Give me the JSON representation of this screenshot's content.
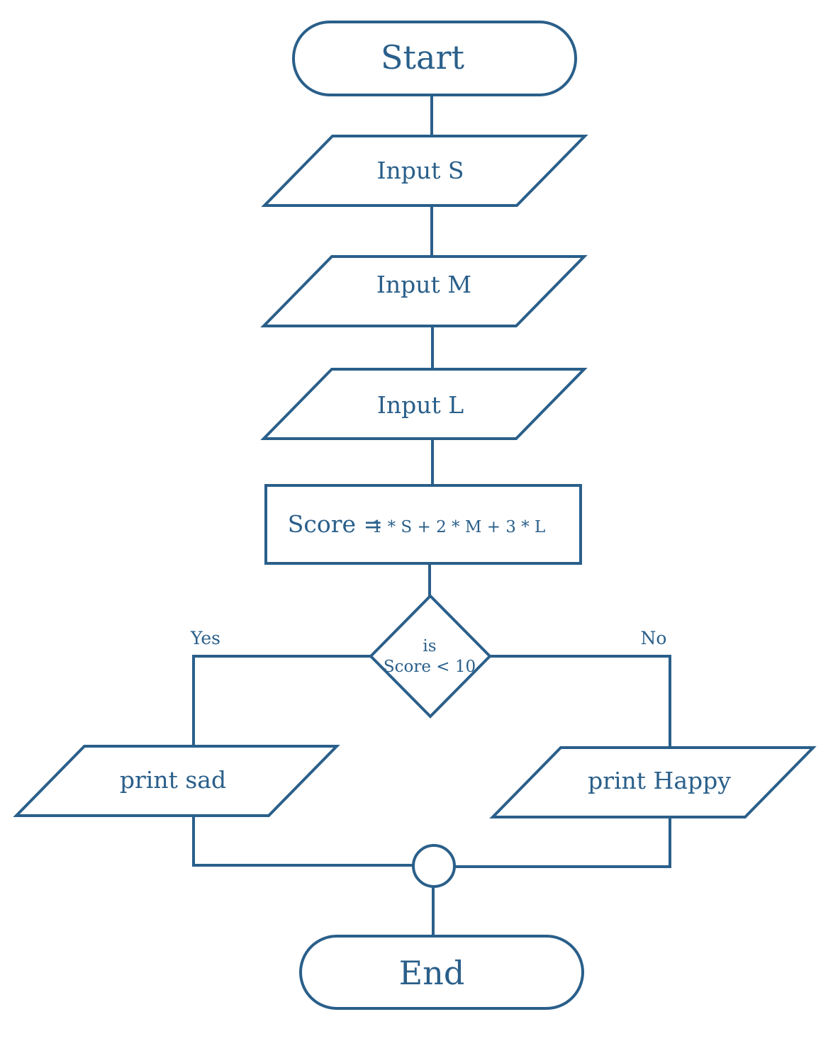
{
  "flowchart": {
    "start": "Start",
    "input_s": "Input S",
    "input_m": "Input M",
    "input_l": "Input L",
    "process_lhs": "Score =",
    "process_rhs": "1 * S + 2 * M + 3 * L",
    "decision_line1": "is",
    "decision_line2": "Score < 10",
    "yes_label": "Yes",
    "no_label": "No",
    "print_sad": "print sad",
    "print_happy": "print Happy",
    "end": "End"
  },
  "colors": {
    "stroke": "#2a5f8a",
    "text": "#2a5f8a",
    "background": "#ffffff"
  }
}
